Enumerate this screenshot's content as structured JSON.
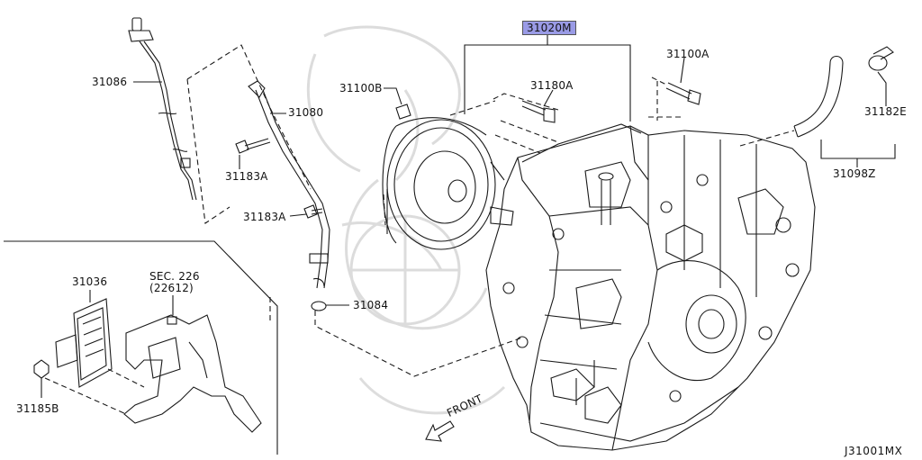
{
  "diagram": {
    "highlight_color": "#9a9be6",
    "line_color": "#1a1a1a",
    "watermark_color": "#d9d9d9",
    "parts": [
      {
        "id": "p31020m",
        "text": "31020M",
        "highlighted": true
      },
      {
        "id": "p31086",
        "text": "31086"
      },
      {
        "id": "p31080",
        "text": "31080"
      },
      {
        "id": "p31100b",
        "text": "31100B"
      },
      {
        "id": "p31180a",
        "text": "31180A"
      },
      {
        "id": "p31100a",
        "text": "31100A"
      },
      {
        "id": "p31182e",
        "text": "31182E"
      },
      {
        "id": "p31098z",
        "text": "31098Z"
      },
      {
        "id": "p31183a1",
        "text": "31183A"
      },
      {
        "id": "p31183a2",
        "text": "31183A"
      },
      {
        "id": "p31084",
        "text": "31084"
      },
      {
        "id": "p31036",
        "text": "31036"
      },
      {
        "id": "p31185b",
        "text": "31185B"
      }
    ],
    "sec_ref": {
      "line1": "SEC. 226",
      "line2": "(22612)"
    },
    "front_label": "FRONT",
    "diagram_code": "J31001MX"
  }
}
